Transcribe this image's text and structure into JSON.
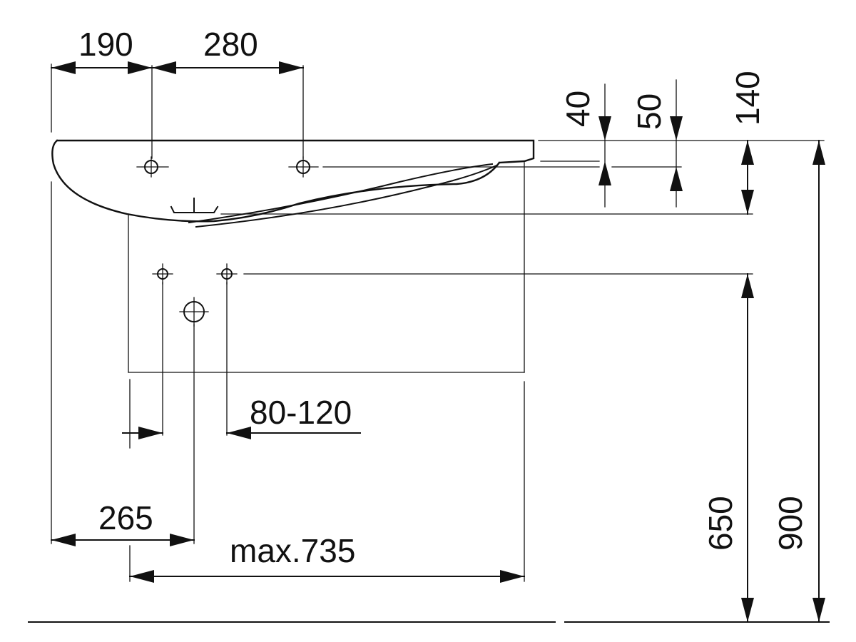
{
  "dimensions": {
    "tap_spacing_left": "190",
    "tap_spacing_right": "280",
    "depth_40": "40",
    "depth_50": "50",
    "depth_140": "140",
    "trap_offset_range": "80-120",
    "waste_offset": "265",
    "max_width": "max.735",
    "waste_height": "650",
    "total_height": "900"
  },
  "colors": {
    "line": "#111111",
    "background": "#ffffff"
  }
}
